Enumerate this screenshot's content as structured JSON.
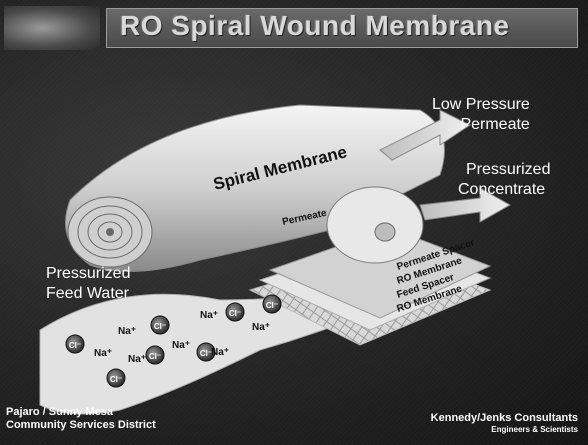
{
  "slide": {
    "title": "RO Spiral Wound Membrane"
  },
  "labels": {
    "low_pressure_line1": "Low Pressure",
    "low_pressure_line2": "Permeate",
    "pressurized_concentrate_line1": "Pressurized",
    "pressurized_concentrate_line2": "Concentrate",
    "feed_line1": "Pressurized",
    "feed_line2": "Feed Water",
    "spiral_membrane": "Spiral Membrane",
    "permeate": "Permeate"
  },
  "layers": [
    "Permeate Spacer",
    "RO Membrane",
    "Feed Spacer",
    "RO Membrane"
  ],
  "ions": {
    "cation": "Na⁺",
    "anion": "Cl⁻"
  },
  "footer": {
    "left_line1": "Pajaro / Sunny Mesa",
    "left_line2": "Community Services District",
    "right_line1": "Kennedy/Jenks Consultants",
    "right_line2": "Engineers & Scientists"
  }
}
